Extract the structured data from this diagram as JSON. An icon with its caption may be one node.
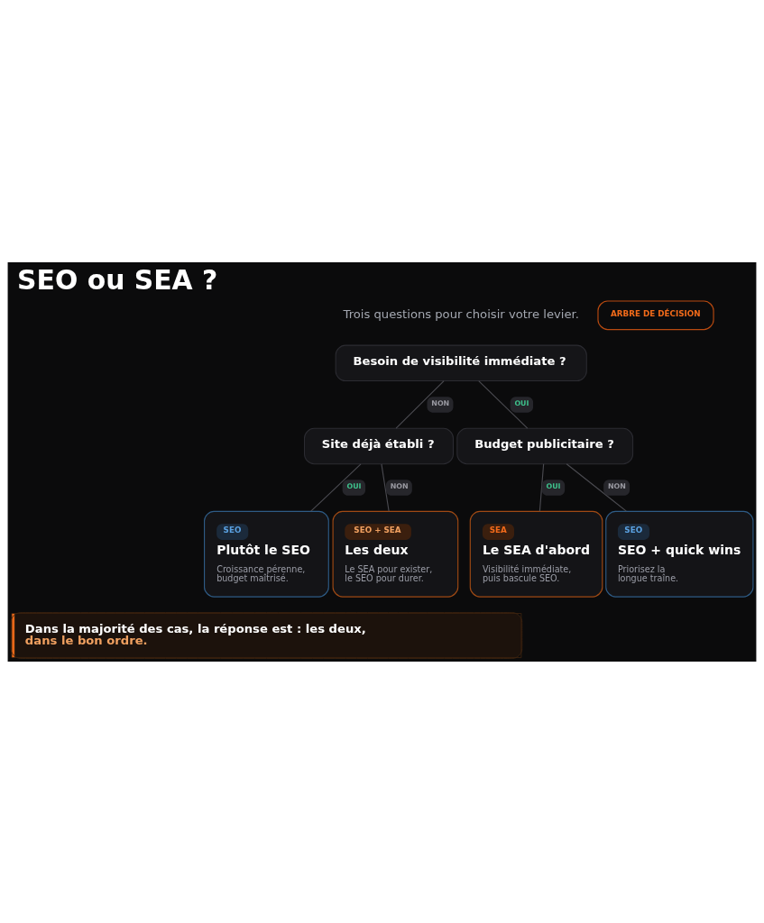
{
  "diagram": {
    "title": "SEO ou SEA ?",
    "nodes": [
      {
        "text": [
          "ARBRE DE DÉCISION"
        ]
      },
      {
        "text": [
          "Besoin de visibilité immédiate ?"
        ]
      },
      {
        "text": [
          "Site déjà établi ?"
        ]
      },
      {
        "text": [
          "Budget publicitaire ?"
        ]
      },
      {
        "text": [
          "SEO",
          "Plutôt le SEO",
          "Croissance pérenne, budget maîtrisé."
        ]
      },
      {
        "text": [
          "SEO + SEA",
          "Les deux",
          "Le SEA pour exister, le SEO pour durer."
        ]
      },
      {
        "text": [
          "SEA",
          "Le SEA d'abord",
          "Visibilité immédiate, puis bascule SEO."
        ]
      },
      {
        "text": [
          "SEO",
          "SEO + quick wins",
          "Priorisez la longue traîne."
        ]
      },
      {
        "text": [
          "Dans la majorité des cas, la réponse est : les deux,",
          "dans le bon ordre."
        ]
      }
    ],
    "edges": [
      {
        "from": 1,
        "to": 2,
        "arrow": "none",
        "label": "NON"
      },
      {
        "from": 1,
        "to": 3,
        "arrow": "none",
        "label": "OUI"
      },
      {
        "from": 2,
        "to": 4,
        "arrow": "none",
        "label": "OUI"
      },
      {
        "from": 2,
        "to": 5,
        "arrow": "none",
        "label": "NON"
      },
      {
        "from": 3,
        "to": 6,
        "arrow": "none",
        "label": "OUI"
      },
      {
        "from": 3,
        "to": 7,
        "arrow": "none",
        "label": "NON"
      }
    ],
    "labels": [
      "Trois questions pour choisir votre levier."
    ]
  }
}
